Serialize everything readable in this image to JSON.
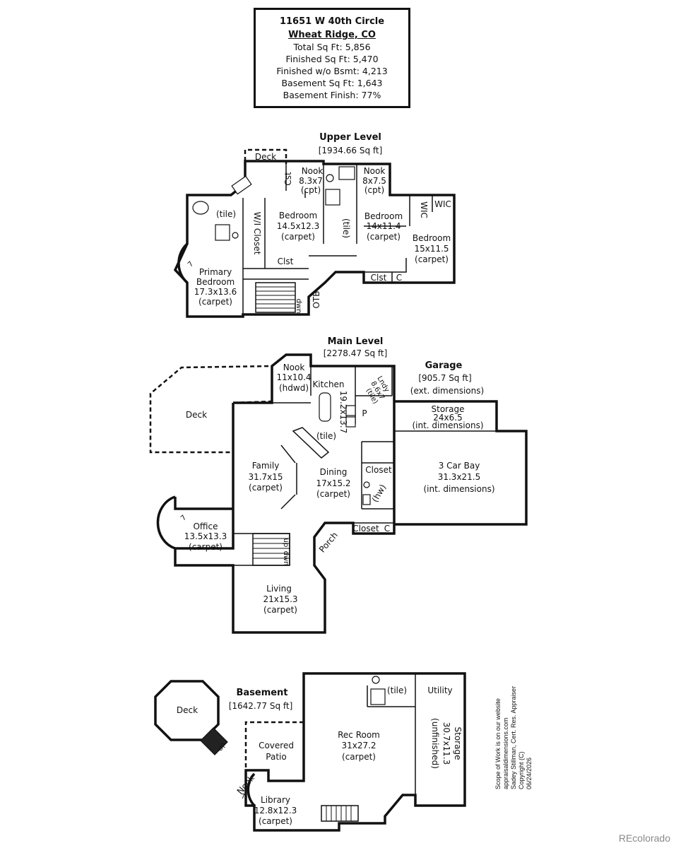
{
  "info": {
    "address_line1": "11651 W 40th Circle",
    "address_line2": "Wheat Ridge, CO",
    "stats": [
      "Total Sq Ft: 5,856",
      "Finished Sq Ft: 5,470",
      "Finished w/o Bsmt: 4,213",
      "Basement Sq Ft: 1,643",
      "Basement Finish: 77%"
    ]
  },
  "upper": {
    "title": "Upper Level",
    "area": "[1934.66 Sq ft]",
    "deck": "Deck",
    "tile": "(tile)",
    "wi_closet": "W/I Closet",
    "nook1": [
      "Nook",
      "8.3x7",
      "(cpt)"
    ],
    "nook2": [
      "Nook",
      "8x7.5",
      "(cpt)"
    ],
    "cst": "Cst",
    "bed2": [
      "Bedroom",
      "14.5x12.3",
      "(carpet)"
    ],
    "bath_tile": "(tile)",
    "bed3": [
      "Bedroom",
      "14x11.4",
      "(carpet)"
    ],
    "wic1": "WIC",
    "wic2": "WIC",
    "bed4": [
      "Bedroom",
      "15x11.5",
      "(carpet)"
    ],
    "clst1": "Clst",
    "clst2": "Clst",
    "c": "C",
    "otb": "OTB",
    "dwn": "dwn",
    "bay": "7",
    "primary": [
      "Primary",
      "Bedroom",
      "17.3x13.6",
      "(carpet)"
    ]
  },
  "main": {
    "title": "Main Level",
    "area": "[2278.47 Sq ft]",
    "garage_title": "Garage",
    "garage_area": "[905.7 Sq ft]",
    "garage_note": "(ext. dimensions)",
    "nook": [
      "Nook",
      "11x10.4",
      "(hdwd)"
    ],
    "kitchen": "Kitchen",
    "kitchen_dim": "19.2x13.7",
    "kitchen_tile": "(tile)",
    "p": "P",
    "lndy": [
      "Lndy",
      "8.6x7",
      "(tile)"
    ],
    "storage": [
      "Storage",
      "24x6.5",
      "(int. dimensions)"
    ],
    "deck": "Deck",
    "family": [
      "Family",
      "31.7x15",
      "(carpet)"
    ],
    "dining": [
      "Dining",
      "17x15.2",
      "(carpet)"
    ],
    "closet1": "Closet",
    "hw": "(hw)",
    "closet2": "Closet",
    "c": "C",
    "bay3": [
      "3 Car Bay",
      "31.3x21.5",
      "(int. dimensions)"
    ],
    "office": [
      "Office",
      "13.5x13.3",
      "(carpet)"
    ],
    "bay": "7",
    "up": "up",
    "dwn": "dwn",
    "porch": "Porch",
    "living": [
      "Living",
      "21x15.3",
      "(carpet)"
    ]
  },
  "basement": {
    "title": "Basement",
    "area": "[1642.77 Sq ft]",
    "deck": "Deck",
    "up": "up",
    "tile": "(tile)",
    "utility": "Utility",
    "storage": [
      "Storage",
      "30.7x11.3",
      "(unfinished)"
    ],
    "rec": [
      "Rec Room",
      "31x27.2",
      "(carpet)"
    ],
    "patio": [
      "Covered",
      "Patio"
    ],
    "nook": "Nook",
    "bay": "7",
    "library": [
      "Library",
      "12.8x12.3",
      "(carpet)"
    ]
  },
  "scope": [
    "Scope of Work is on our website",
    "appraisaldimensions.com",
    "Sadey Stillman, Cert. Res. Appraiser",
    "Copyright (C)",
    "06/24/2026"
  ],
  "watermark": "REcolorado"
}
